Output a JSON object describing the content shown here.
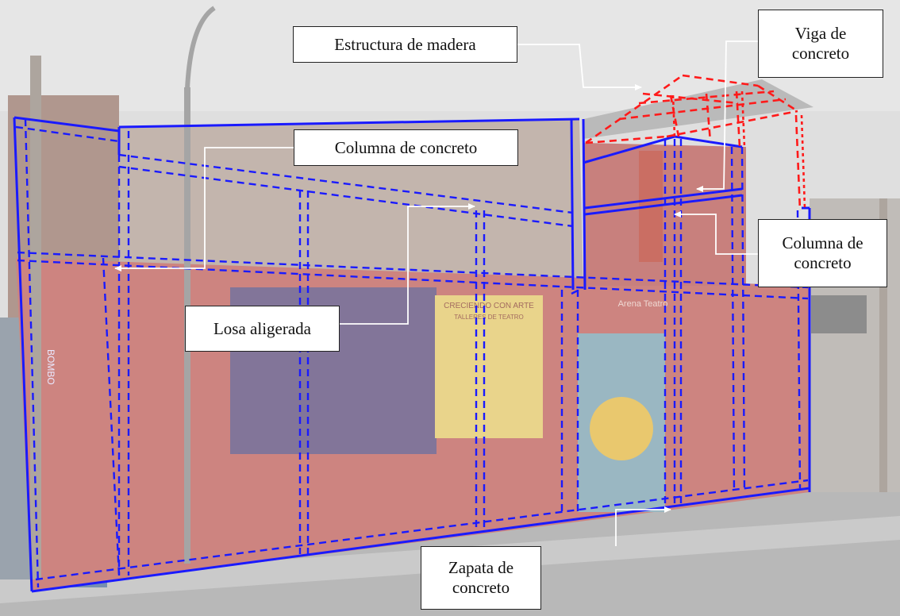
{
  "callouts": {
    "wood_structure": "Estructura de madera",
    "concrete_beam": "Viga de\nconcreto",
    "concrete_column_left": "Columna de concreto",
    "concrete_column_right": "Columna de\nconcreto",
    "lightweight_slab": "Losa aligerada",
    "concrete_footing": "Zapata de\nconcreto"
  },
  "mural": {
    "poster_heading": "CRECIENDO CON ARTE",
    "poster_subheading": "TALLERES DE TEATRO",
    "facade_sign": "Arena Teatro",
    "side_sign": "BOMBO"
  },
  "colors": {
    "structure_lines": "#1a1aff",
    "roof_lines": "#ff1a1a",
    "facade_wall": "#b8504a",
    "sky": "#cfcfcf",
    "arrow": "#ffffff"
  }
}
